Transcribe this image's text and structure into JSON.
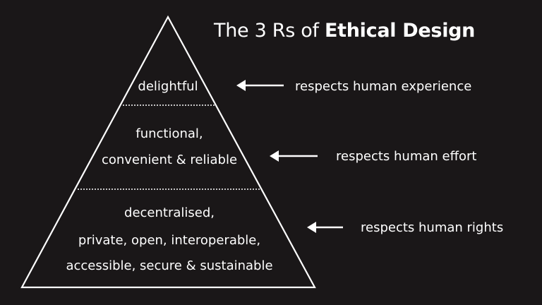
{
  "title": {
    "prefix": "The 3 Rs of",
    "emphasis": "Ethical Design"
  },
  "tiers": [
    {
      "lines": [
        "delightful"
      ],
      "respects": "respects human experience"
    },
    {
      "lines": [
        "functional,",
        "convenient & reliable"
      ],
      "respects": "respects human effort"
    },
    {
      "lines": [
        "decentralised,",
        "private, open, interoperable,",
        "accessible, secure & sustainable"
      ],
      "respects": "respects human rights"
    }
  ],
  "colors": {
    "background": "#1a1718",
    "foreground": "#ffffff"
  },
  "icons": {
    "pointer": "arrow-left-icon"
  }
}
